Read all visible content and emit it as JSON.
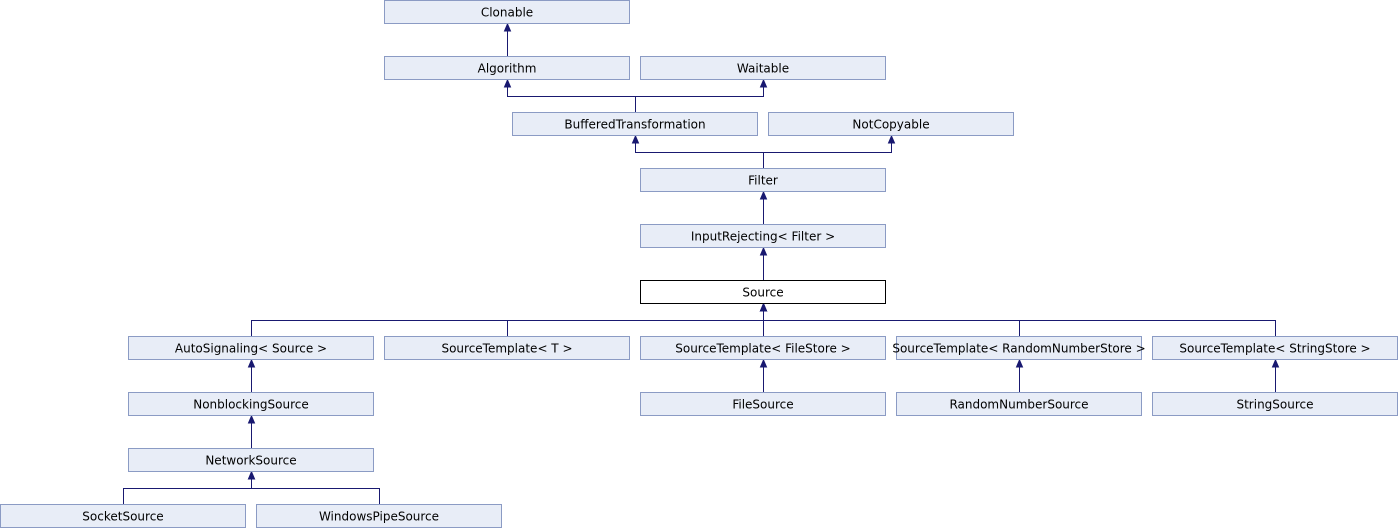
{
  "diagram": {
    "nodes": [
      {
        "id": "clonable",
        "label": "Clonable"
      },
      {
        "id": "algorithm",
        "label": "Algorithm"
      },
      {
        "id": "waitable",
        "label": "Waitable"
      },
      {
        "id": "bufferedtransformation",
        "label": "BufferedTransformation"
      },
      {
        "id": "notcopyable",
        "label": "NotCopyable"
      },
      {
        "id": "filter",
        "label": "Filter"
      },
      {
        "id": "inputrejecting",
        "label": "InputRejecting< Filter >"
      },
      {
        "id": "source",
        "label": "Source",
        "current": true
      },
      {
        "id": "autosignaling",
        "label": "AutoSignaling< Source >"
      },
      {
        "id": "sourcetemplate-t",
        "label": "SourceTemplate< T >"
      },
      {
        "id": "sourcetemplate-filestore",
        "label": "SourceTemplate< FileStore >"
      },
      {
        "id": "sourcetemplate-randomnumberstore",
        "label": "SourceTemplate< RandomNumberStore >"
      },
      {
        "id": "sourcetemplate-stringstore",
        "label": "SourceTemplate< StringStore >"
      },
      {
        "id": "nonblockingsource",
        "label": "NonblockingSource"
      },
      {
        "id": "filesource",
        "label": "FileSource"
      },
      {
        "id": "randomnumbersource",
        "label": "RandomNumberSource"
      },
      {
        "id": "stringsource",
        "label": "StringSource"
      },
      {
        "id": "networksource",
        "label": "NetworkSource"
      },
      {
        "id": "socketsource",
        "label": "SocketSource"
      },
      {
        "id": "windowspipesource",
        "label": "WindowsPipeSource"
      }
    ],
    "edges": [
      {
        "from": "algorithm",
        "to": "clonable"
      },
      {
        "from": "bufferedtransformation",
        "to": "algorithm"
      },
      {
        "from": "bufferedtransformation",
        "to": "waitable"
      },
      {
        "from": "filter",
        "to": "bufferedtransformation"
      },
      {
        "from": "filter",
        "to": "notcopyable"
      },
      {
        "from": "inputrejecting",
        "to": "filter"
      },
      {
        "from": "source",
        "to": "inputrejecting"
      },
      {
        "from": "autosignaling",
        "to": "source"
      },
      {
        "from": "sourcetemplate-t",
        "to": "source"
      },
      {
        "from": "sourcetemplate-filestore",
        "to": "source"
      },
      {
        "from": "sourcetemplate-randomnumberstore",
        "to": "source"
      },
      {
        "from": "sourcetemplate-stringstore",
        "to": "source"
      },
      {
        "from": "nonblockingsource",
        "to": "autosignaling"
      },
      {
        "from": "filesource",
        "to": "sourcetemplate-filestore"
      },
      {
        "from": "randomnumbersource",
        "to": "sourcetemplate-randomnumberstore"
      },
      {
        "from": "stringsource",
        "to": "sourcetemplate-stringstore"
      },
      {
        "from": "networksource",
        "to": "nonblockingsource"
      },
      {
        "from": "socketsource",
        "to": "networksource"
      },
      {
        "from": "windowspipesource",
        "to": "networksource"
      }
    ]
  }
}
